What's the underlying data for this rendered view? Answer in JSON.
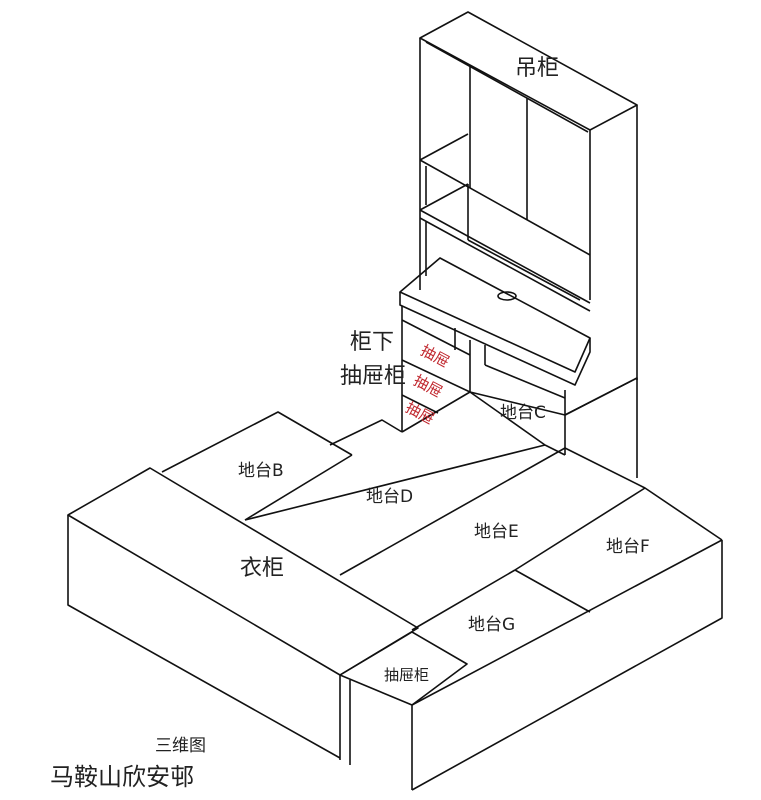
{
  "labels": {
    "hanging_cabinet": "吊柜",
    "under_cabinet_drawer": [
      "柜下",
      "抽屉柜"
    ],
    "drawers": [
      "抽屉",
      "抽屉",
      "抽屉"
    ],
    "platform_b": "地台B",
    "platform_c": "地台C",
    "platform_d": "地台D",
    "platform_e": "地台E",
    "platform_f": "地台F",
    "platform_g": "地台G",
    "wardrobe": "衣柜",
    "drawer_cabinet": "抽屉柜",
    "view_title": "三维图",
    "project_name": "马鞍山欣安邨"
  },
  "colors": {
    "line": "#111111",
    "drawer_text": "#c0262d"
  }
}
